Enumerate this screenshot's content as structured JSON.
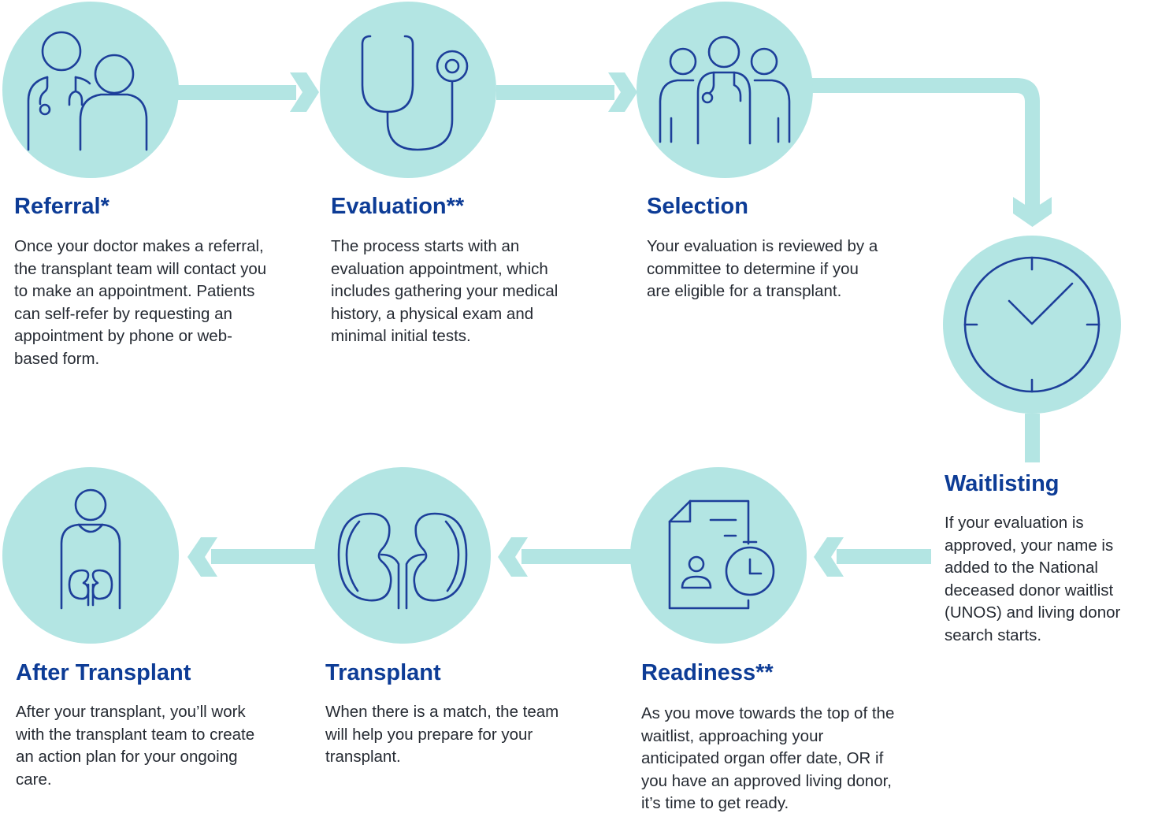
{
  "colors": {
    "circle_fill": "#b3e5e3",
    "connector": "#b3e5e3",
    "icon_stroke": "#1d3f9a",
    "title": "#0d3c96",
    "body_text": "#262b33"
  },
  "steps": [
    {
      "title": "Referral*",
      "icon": "doctor-patient-icon",
      "description": "Once your doctor makes a referral, the transplant team will contact you to make an appointment. Patients can self-refer by requesting an appointment by phone or web-based form."
    },
    {
      "title": "Evaluation**",
      "icon": "stethoscope-icon",
      "description": "The process starts with an evaluation appointment, which includes gathering your medical history, a physical exam and minimal initial tests."
    },
    {
      "title": "Selection",
      "icon": "committee-icon",
      "description": "Your evaluation is reviewed by a committee to determine if you are eligible for a transplant."
    },
    {
      "title": "Waitlisting",
      "icon": "clock-icon",
      "description": "If your evaluation is approved, your name is added to the National deceased donor waitlist (UNOS) and living donor search starts."
    },
    {
      "title": "Readiness**",
      "icon": "document-timer-icon",
      "description": "As you move towards the top of the waitlist, approaching your anticipated organ offer date, OR if you have an approved living donor, it’s time to get ready."
    },
    {
      "title": "Transplant",
      "icon": "kidneys-icon",
      "description": "When there is a match, the team will help you prepare for your transplant."
    },
    {
      "title": "After Transplant",
      "icon": "person-kidney-icon",
      "description": "After your transplant, you’ll work with the transplant team to create an action plan for your ongoing care."
    }
  ]
}
